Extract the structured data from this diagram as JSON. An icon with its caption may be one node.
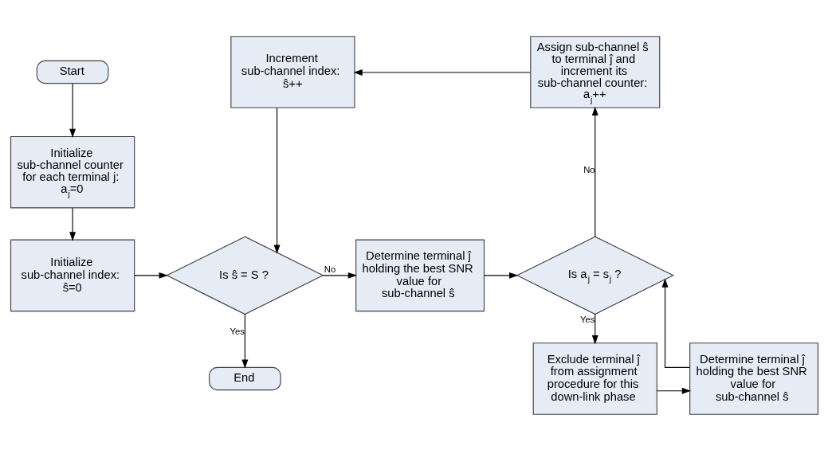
{
  "diagram": {
    "nodes": [
      {
        "text": [
          "Start"
        ]
      },
      {
        "text": [
          "Initialize sub-channel counter for each terminal j: a$_{j}$=0"
        ]
      },
      {
        "text": [
          "Initialize sub-channel index: ŝ=0"
        ]
      },
      {
        "text": [
          "Is ŝ = S ?"
        ]
      },
      {
        "text": [
          "End"
        ]
      },
      {
        "text": [
          "Determine terminal ĵ holding the best SNR value for sub-channel ŝ"
        ]
      },
      {
        "text": [
          "Is a$_{j}$ = s$_{j}$ ?"
        ]
      },
      {
        "text": [
          "Assign sub-channel ŝ to terminal ĵ and increment its sub-channel counter: a$_{j}$++"
        ]
      },
      {
        "text": [
          "Increment sub-channel index: ŝ++"
        ]
      },
      {
        "text": [
          "Exclude terminal ĵ from assignment procedure for this down-link phase"
        ]
      },
      {
        "text": [
          "Determine terminal ĵ holding the best SNR value for sub-channel ŝ"
        ]
      }
    ],
    "edges": [
      {
        "from": 0,
        "to": 1,
        "arrow": "to"
      },
      {
        "from": 1,
        "to": 2,
        "arrow": "to"
      },
      {
        "from": 2,
        "to": 3,
        "arrow": "to"
      },
      {
        "from": 3,
        "to": 5,
        "arrow": "to",
        "label": "No"
      },
      {
        "from": 3,
        "to": 4,
        "arrow": "to",
        "label": "Yes"
      },
      {
        "from": 5,
        "to": 6,
        "arrow": "to"
      },
      {
        "from": 6,
        "to": 7,
        "arrow": "to",
        "label": "No"
      },
      {
        "from": 6,
        "to": 9,
        "arrow": "to",
        "label": "Yes"
      },
      {
        "from": 7,
        "to": 8,
        "arrow": "to"
      },
      {
        "from": 8,
        "to": 3,
        "arrow": "to"
      },
      {
        "from": 9,
        "to": 10,
        "arrow": "to"
      },
      {
        "from": 10,
        "to": 6,
        "arrow": "to"
      }
    ]
  }
}
